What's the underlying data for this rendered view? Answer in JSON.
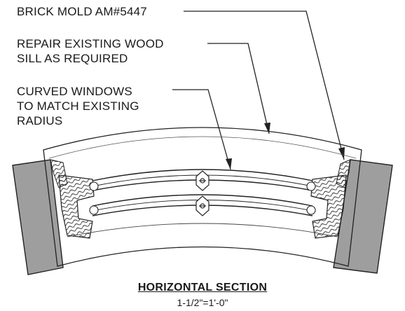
{
  "labels": {
    "brick_mold": "BRICK MOLD AM#5447",
    "repair_sill": "REPAIR EXISTING WOOD\nSILL AS REQUIRED",
    "curved_windows": "CURVED WINDOWS\nTO MATCH EXISTING\nRADIUS"
  },
  "title": "HORIZONTAL SECTION",
  "scale": "1-1/2\"=1'-0\""
}
